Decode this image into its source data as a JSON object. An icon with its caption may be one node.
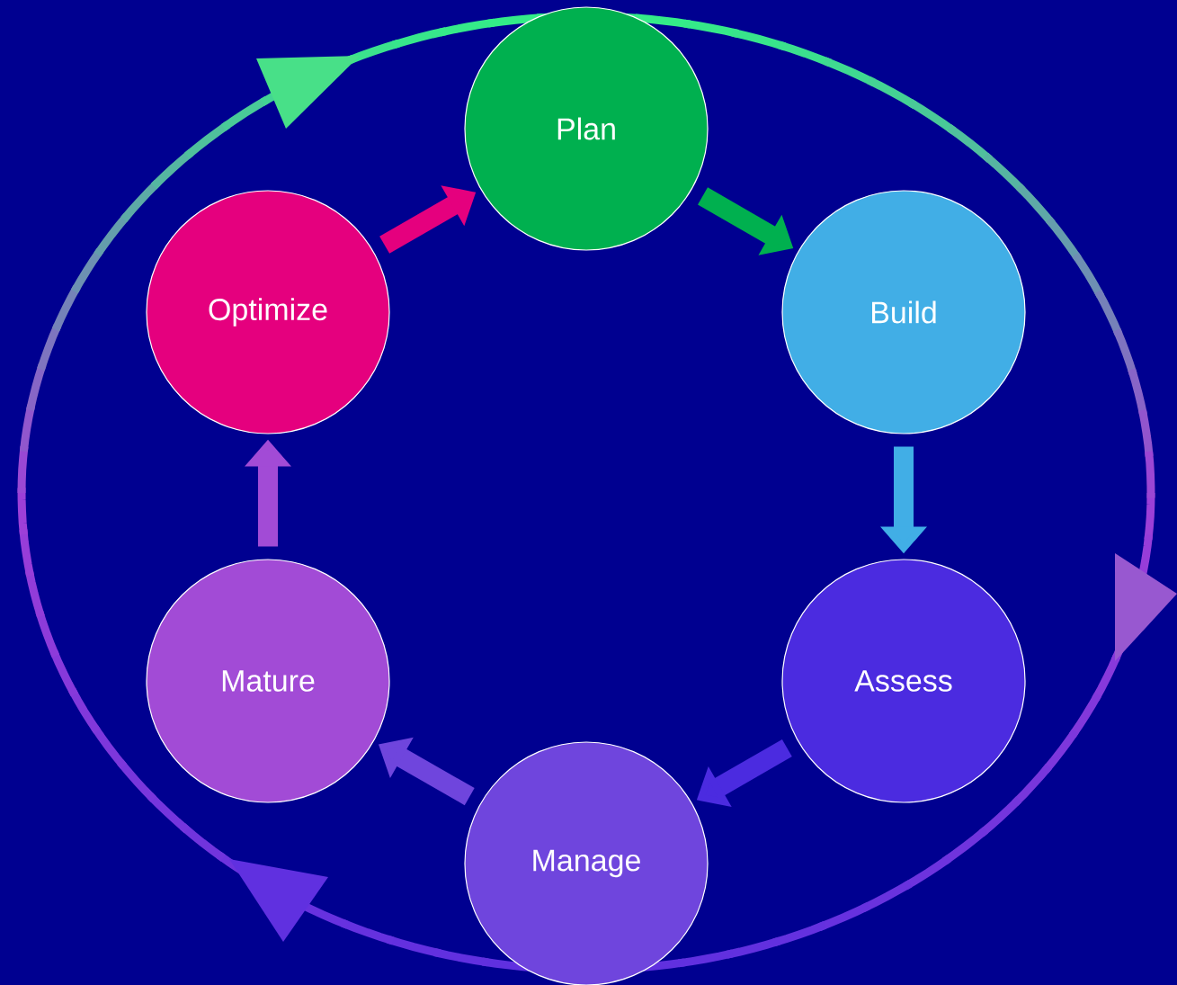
{
  "diagram": {
    "nodes": [
      {
        "text": [
          "Plan"
        ]
      },
      {
        "text": [
          "Build"
        ]
      },
      {
        "text": [
          "Assess"
        ]
      },
      {
        "text": [
          "Manage"
        ]
      },
      {
        "text": [
          "Mature"
        ]
      },
      {
        "text": [
          "Optimize"
        ]
      }
    ],
    "edges": [
      {
        "from": 0,
        "to": 1,
        "arrow": "to",
        "color": "#00b04f"
      },
      {
        "from": 1,
        "to": 2,
        "arrow": "to",
        "color": "#41aee6"
      },
      {
        "from": 2,
        "to": 3,
        "arrow": "to",
        "color": "#4b2be0"
      },
      {
        "from": 3,
        "to": 4,
        "arrow": "to",
        "color": "#6f45dd"
      },
      {
        "from": 4,
        "to": 5,
        "arrow": "to",
        "color": "#a24bd6"
      },
      {
        "from": 5,
        "to": 0,
        "arrow": "to",
        "color": "#e5007e"
      }
    ]
  }
}
